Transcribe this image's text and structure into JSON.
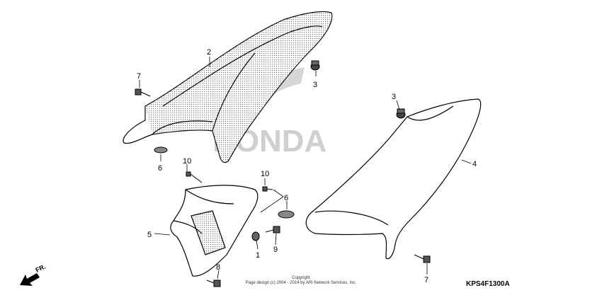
{
  "watermark": {
    "brand": "HONDA"
  },
  "callouts": {
    "c1": "1",
    "c2": "2",
    "c3a": "3",
    "c3b": "3",
    "c4": "4",
    "c5": "5",
    "c6a": "6",
    "c6b": "6",
    "c7a": "7",
    "c7b": "7",
    "c8": "8",
    "c9": "9",
    "c10a": "10",
    "c10b": "10"
  },
  "footer": {
    "copyright_title": "Copyright",
    "copyright_line": "Page design (c) 2004 - 2014 by ARI Network Services, Inc.",
    "diagram_code": "KPS4F1300A"
  },
  "direction": {
    "label": "FR."
  }
}
